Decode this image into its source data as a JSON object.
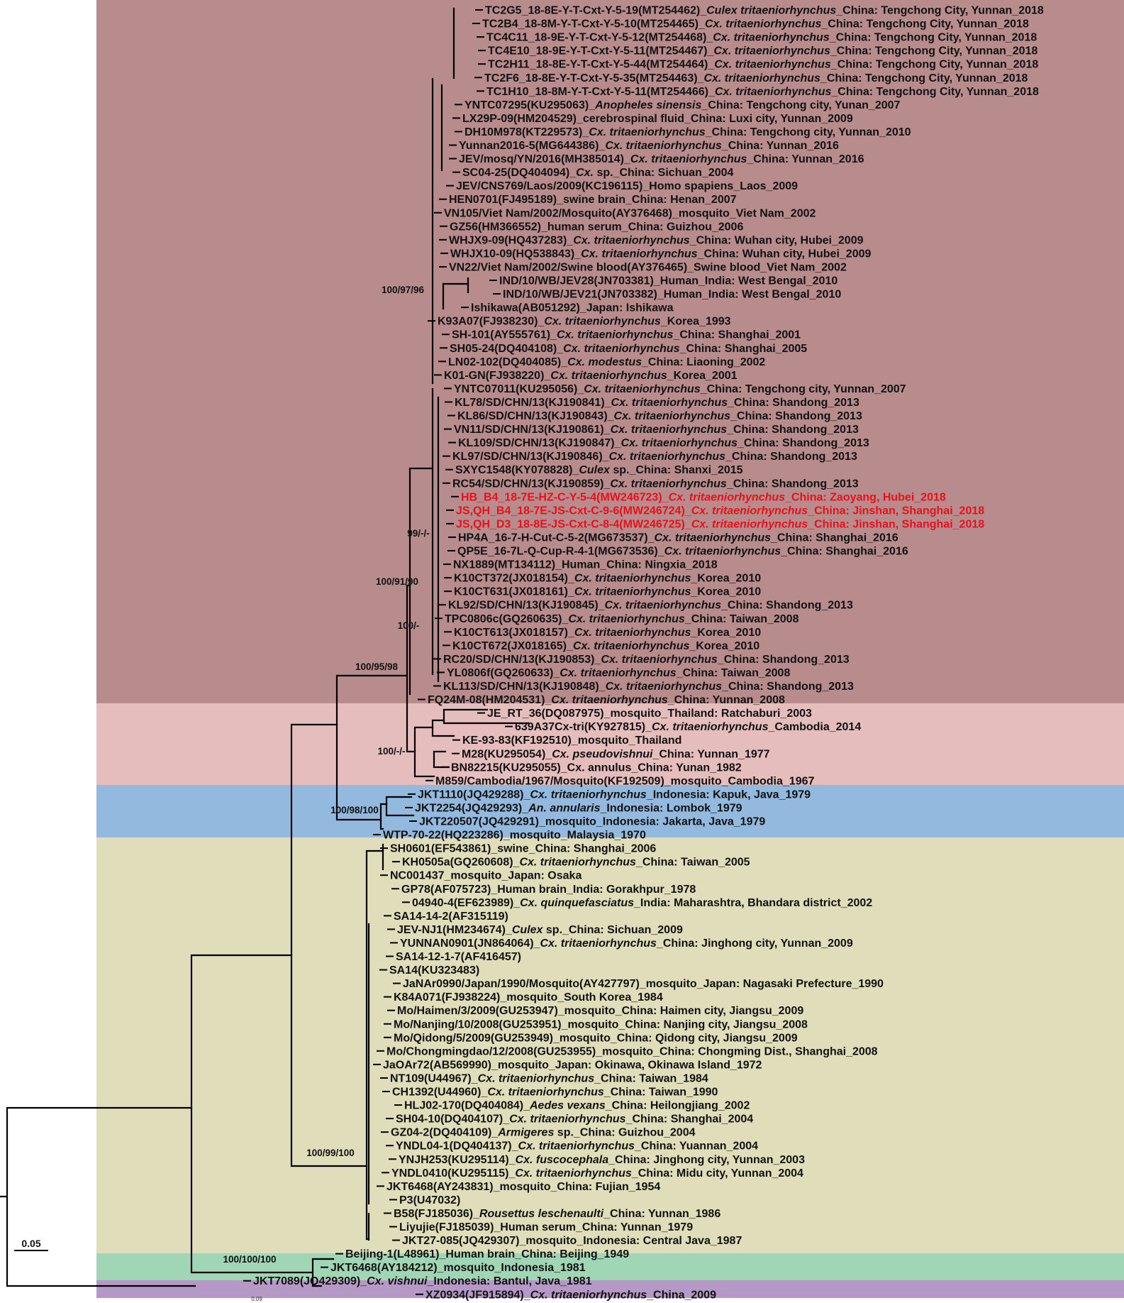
{
  "colors": {
    "band1": "#b88c8c",
    "band2": "#e6bdbd",
    "band3": "#93b9df",
    "band4": "#e0ddba",
    "band5": "#a0d5b6",
    "band6": "#b598c6",
    "branch": "#000000",
    "highlight": "#e8101a"
  },
  "scale_bar": {
    "label": "0.05"
  },
  "footnote": "0.09",
  "support_labels": [
    "100/97/96",
    "99/-/-",
    "100/91/90",
    "100/-",
    "100/95/98",
    "100/-/-",
    "100/98/100",
    "100/99/100",
    "100/100/100"
  ],
  "taxa": [
    {
      "pre": "TC2G5_18-8E-Y-T-Cxt-Y-5-19(MT254462)_",
      "sp": "Culex tritaeniorhynchus",
      "post": "_China: Tengchong City, Yunnan_2018",
      "hl": false
    },
    {
      "pre": "TC2B4_18-8M-Y-T-Cxt-Y-5-10(MT254465)_",
      "sp": "Cx. tritaeniorhynchus",
      "post": "_China: Tengchong City, Yunnan_2018",
      "hl": false
    },
    {
      "pre": "TC4C11_18-9E-Y-T-Cxt-Y-5-12(MT254468)_",
      "sp": "Cx. tritaeniorhynchus",
      "post": "_China: Tengchong City, Yunnan_2018",
      "hl": false
    },
    {
      "pre": "TC4E10_18-9E-Y-T-Cxt-Y-5-11(MT254467)_",
      "sp": "Cx. tritaeniorhynchus",
      "post": "_China: Tengchong City, Yunnan_2018",
      "hl": false
    },
    {
      "pre": "TC2H11_18-8E-Y-T-Cxt-Y-5-44(MT254464)_",
      "sp": "Cx. tritaeniorhynchus",
      "post": "_China: Tengchong City, Yunnan_2018",
      "hl": false
    },
    {
      "pre": "TC2F6_18-8E-Y-T-Cxt-Y-5-35(MT254463)_",
      "sp": "Cx. tritaeniorhynchus",
      "post": "_China: Tengchong City, Yunnan_2018",
      "hl": false
    },
    {
      "pre": "TC1H10_18-8M-Y-T-Cxt-Y-5-11(MT254466)_",
      "sp": "Cx. tritaeniorhynchus",
      "post": "_China: Tengchong City, Yunnan_2018",
      "hl": false
    },
    {
      "pre": "YNTC07295(KU295063)_",
      "sp": "Anopheles sinensis",
      "post": "_China: Tengchong city, Yunan_2007",
      "hl": false
    },
    {
      "pre": "LX29P-09(HM204529)_cerebrospinal fluid_China: Luxi city, Yunnan_2009",
      "sp": "",
      "post": "",
      "hl": false
    },
    {
      "pre": "DH10M978(KT229573)_",
      "sp": "Cx. tritaeniorhynchus",
      "post": "_China: Tengchong city, Yunnan_2010",
      "hl": false
    },
    {
      "pre": "Yunnan2016-5(MG644386)_",
      "sp": "Cx. tritaeniorhynchus",
      "post": "_China: Yunnan_2016",
      "hl": false
    },
    {
      "pre": "JEV/mosq/YN/2016(MH385014)_",
      "sp": "Cx. tritaeniorhynchus",
      "post": "_China: Yunnan_2016",
      "hl": false
    },
    {
      "pre": "SC04-25(DQ404094)_",
      "sp": "Cx.",
      "post": " sp._China: Sichuan_2004",
      "hl": false
    },
    {
      "pre": "JEV/CNS769/Laos/2009(KC196115)_Homo spapiens_Laos_2009",
      "sp": "",
      "post": "",
      "hl": false
    },
    {
      "pre": "HEN0701(FJ495189)_swine brain_China: Henan_2007",
      "sp": "",
      "post": "",
      "hl": false
    },
    {
      "pre": "VN105/Viet Nam/2002/Mosquito(AY376468)_mosquito_Viet Nam_2002",
      "sp": "",
      "post": "",
      "hl": false
    },
    {
      "pre": "GZ56(HM366552)_human serum_China: Guizhou_2006",
      "sp": "",
      "post": "",
      "hl": false
    },
    {
      "pre": "WHJX9-09(HQ437283)_",
      "sp": "Cx. tritaeniorhynchus",
      "post": "_China: Wuhan city, Hubei_2009",
      "hl": false
    },
    {
      "pre": "WHJX10-09(HQ538843)_",
      "sp": "Cx. tritaeniorhynchus",
      "post": "_China: Wuhan city, Hubei_2009",
      "hl": false
    },
    {
      "pre": "VN22/Viet Nam/2002/Swine blood(AY376465)_Swine blood_Viet Nam_2002",
      "sp": "",
      "post": "",
      "hl": false
    },
    {
      "pre": "IND/10/WB/JEV28(JN703381)_Human_India: West Bengal_2010",
      "sp": "",
      "post": "",
      "hl": false
    },
    {
      "pre": "IND/10/WB/JEV21(JN703382)_Human_India: West Bengal_2010",
      "sp": "",
      "post": "",
      "hl": false
    },
    {
      "pre": "Ishikawa(AB051292)_Japan: Ishikawa",
      "sp": "",
      "post": "",
      "hl": false
    },
    {
      "pre": "K93A07(FJ938230)_",
      "sp": "Cx. tritaeniorhynchus",
      "post": "_Korea_1993",
      "hl": false
    },
    {
      "pre": "SH-101(AY555761)_",
      "sp": "Cx. tritaeniorhynchus",
      "post": "_China: Shanghai_2001",
      "hl": false
    },
    {
      "pre": "SH05-24(DQ404108)_",
      "sp": "Cx. tritaeniorhynchus",
      "post": "_China: Shanghai_2005",
      "hl": false
    },
    {
      "pre": "LN02-102(DQ404085)_",
      "sp": "Cx. modestus",
      "post": "_China: Liaoning_2002",
      "hl": false
    },
    {
      "pre": "K01-GN(FJ938220)_",
      "sp": "Cx. tritaeniorhynchus",
      "post": "_Korea_2001",
      "hl": false
    },
    {
      "pre": "YNTC07011(KU295056)_",
      "sp": "Cx. tritaeniorhynchus",
      "post": "_China: Tengchong city, Yunnan_2007",
      "hl": false
    },
    {
      "pre": "KL78/SD/CHN/13(KJ190841)_",
      "sp": "Cx. tritaeniorhynchus",
      "post": "_China: Shandong_2013",
      "hl": false
    },
    {
      "pre": "KL86/SD/CHN/13(KJ190843)_",
      "sp": "Cx. tritaeniorhynchus",
      "post": "_China: Shandong_2013",
      "hl": false
    },
    {
      "pre": "VN11/SD/CHN/13(KJ190861)_",
      "sp": "Cx. tritaeniorhynchus",
      "post": "_China: Shandong_2013",
      "hl": false
    },
    {
      "pre": "KL109/SD/CHN/13(KJ190847)_",
      "sp": "Cx. tritaeniorhynchus",
      "post": "_China: Shandong_2013",
      "hl": false
    },
    {
      "pre": "KL97/SD/CHN/13(KJ190846)_",
      "sp": "Cx. tritaeniorhynchus",
      "post": "_China: Shandong_2013",
      "hl": false
    },
    {
      "pre": "SXYC1548(KY078828)_",
      "sp": "Culex",
      "post": " sp._China: Shanxi_2015",
      "hl": false
    },
    {
      "pre": "RC54/SD/CHN/13(KJ190859)_",
      "sp": "Cx. tritaeniorhynchus",
      "post": "_China: Shandong_2013",
      "hl": false
    },
    {
      "pre": "HB_B4_18-7E-HZ-C-Y-5-4(MW246723)_",
      "sp": "Cx. tritaeniorhynchus",
      "post": "_China: Zaoyang, Hubei_2018",
      "hl": true
    },
    {
      "pre": "JS,QH_B4_18-7E-JS-Cxt-C-9-6(MW246724)_",
      "sp": "Cx. tritaeniorhynchus",
      "post": "_China: Jinshan, Shanghai_2018",
      "hl": true
    },
    {
      "pre": "JS,QH_D3_18-8E-JS-Cxt-C-8-4(MW246725)_",
      "sp": "Cx. tritaeniorhynchus",
      "post": "_China: Jinshan, Shanghai_2018",
      "hl": true
    },
    {
      "pre": "HP4A_16-7-H-Cut-C-5-2(MG673537)_",
      "sp": "Cx. tritaeniorhynchus",
      "post": "_China: Shanghai_2016",
      "hl": false
    },
    {
      "pre": "QP5E_16-7L-Q-Cup-R-4-1(MG673536)_",
      "sp": "Cx. tritaeniorhynchus",
      "post": "_China: Shanghai_2016",
      "hl": false
    },
    {
      "pre": "NX1889(MT134112)_Human_China: Ningxia_2018",
      "sp": "",
      "post": "",
      "hl": false
    },
    {
      "pre": "K10CT372(JX018154)_",
      "sp": "Cx. tritaeniorhynchus",
      "post": "_Korea_2010",
      "hl": false
    },
    {
      "pre": "K10CT631(JX018161)_",
      "sp": "Cx. tritaeniorhynchus",
      "post": "_Korea_2010",
      "hl": false
    },
    {
      "pre": "KL92/SD/CHN/13(KJ190845)_",
      "sp": "Cx. tritaeniorhynchus",
      "post": "_China: Shandong_2013",
      "hl": false
    },
    {
      "pre": "TPC0806c(GQ260635)_",
      "sp": "Cx. tritaeniorhynchus",
      "post": "_China: Taiwan_2008",
      "hl": false
    },
    {
      "pre": "K10CT613(JX018157)_",
      "sp": "Cx. tritaeniorhynchus",
      "post": "_Korea_2010",
      "hl": false
    },
    {
      "pre": "K10CT672(JX018165)_",
      "sp": "Cx. tritaeniorhynchus",
      "post": "_Korea_2010",
      "hl": false
    },
    {
      "pre": "RC20/SD/CHN/13(KJ190853)_",
      "sp": "Cx. tritaeniorhynchus",
      "post": "_China: Shandong_2013",
      "hl": false
    },
    {
      "pre": "YL0806f(GQ260633)_",
      "sp": "Cx. tritaeniorhynchus",
      "post": "_China: Taiwan_2008",
      "hl": false
    },
    {
      "pre": "KL113/SD/CHN/13(KJ190848)_",
      "sp": "Cx. tritaeniorhynchus",
      "post": "_China: Shandong_2013",
      "hl": false
    },
    {
      "pre": "FQ24M-08(HM204531)_",
      "sp": "Cx. tritaeniorhynchus",
      "post": "_China: Yunnan_2008",
      "hl": false
    },
    {
      "pre": "JE_RT_36(DQ087975)_mosquito_Thailand: Ratchaburi_2003",
      "sp": "",
      "post": "",
      "hl": false
    },
    {
      "pre": "639A37Cx-tri(KY927815)_",
      "sp": "Cx. tritaeniorhynchus",
      "post": "_Cambodia_2014",
      "hl": false
    },
    {
      "pre": "KE-93-83(KF192510)_mosquito_Thailand",
      "sp": "",
      "post": "",
      "hl": false
    },
    {
      "pre": "M28(KU295054)_",
      "sp": "Cx. pseudovishnui",
      "post": "_China: Yunnan_1977",
      "hl": false
    },
    {
      "pre": "BN82215(KU295055)_Cx. annulus_China: Yunan_1982",
      "sp": "",
      "post": "",
      "hl": false
    },
    {
      "pre": "M859/Cambodia/1967/Mosquito(KF192509)_mosquito_Cambodia_1967",
      "sp": "",
      "post": "",
      "hl": false
    },
    {
      "pre": "JKT1110(JQ429288)_",
      "sp": "Cx. tritaeniorhynchus",
      "post": "_Indonesia: Kapuk, Java_1979",
      "hl": false
    },
    {
      "pre": "JKT2254(JQ429293)_",
      "sp": "An. annularis",
      "post": "_Indonesia: Lombok_1979",
      "hl": false
    },
    {
      "pre": "JKT220507(JQ429291)_mosquito_Indonesia: Jakarta, Java_1979",
      "sp": "",
      "post": "",
      "hl": false
    },
    {
      "pre": "WTP-70-22(HQ223286)_mosquito_Malaysia_1970",
      "sp": "",
      "post": "",
      "hl": false
    },
    {
      "pre": "SH0601(EF543861)_swine_China: Shanghai_2006",
      "sp": "",
      "post": "",
      "hl": false
    },
    {
      "pre": "KH0505a(GQ260608)_",
      "sp": "Cx. tritaeniorhynchus",
      "post": "_China: Taiwan_2005",
      "hl": false
    },
    {
      "pre": "NC001437_mosquito_Japan: Osaka",
      "sp": "",
      "post": "",
      "hl": false
    },
    {
      "pre": "GP78(AF075723)_Human brain_India: Gorakhpur_1978",
      "sp": "",
      "post": "",
      "hl": false
    },
    {
      "pre": "04940-4(EF623989)_",
      "sp": "Cx. quinquefasciatus",
      "post": "_India: Maharashtra, Bhandara district_2002",
      "hl": false
    },
    {
      "pre": "SA14-14-2(AF315119)",
      "sp": "",
      "post": "",
      "hl": false
    },
    {
      "pre": "JEV-NJ1(HM234674)_",
      "sp": "Culex",
      "post": " sp._China: Sichuan_2009",
      "hl": false
    },
    {
      "pre": "YUNNAN0901(JN864064)_",
      "sp": "Cx. tritaeniorhynchus",
      "post": "_China: Jinghong city, Yunnan_2009",
      "hl": false
    },
    {
      "pre": "SA14-12-1-7(AF416457)",
      "sp": "",
      "post": "",
      "hl": false
    },
    {
      "pre": "SA14(KU323483)",
      "sp": "",
      "post": "",
      "hl": false
    },
    {
      "pre": "JaNAr0990/Japan/1990/Mosquito(AY427797)_mosquito_Japan: Nagasaki Prefecture_1990",
      "sp": "",
      "post": "",
      "hl": false
    },
    {
      "pre": "K84A071(FJ938224)_mosquito_South Korea_1984",
      "sp": "",
      "post": "",
      "hl": false
    },
    {
      "pre": "Mo/Haimen/3/2009(GU253947)_mosquito_China: Haimen city, Jiangsu_2009",
      "sp": "",
      "post": "",
      "hl": false
    },
    {
      "pre": "Mo/Nanjing/10/2008(GU253951)_mosquito_China: Nanjing city, Jiangsu_2008",
      "sp": "",
      "post": "",
      "hl": false
    },
    {
      "pre": "Mo/Qidong/5/2009(GU253949)_mosquito_China: Qidong city, Jiangsu_2009",
      "sp": "",
      "post": "",
      "hl": false
    },
    {
      "pre": "Mo/Chongmingdao/12/2008(GU253955)_mosquito_China: Chongming Dist., Shanghai_2008",
      "sp": "",
      "post": "",
      "hl": false
    },
    {
      "pre": "JaOAr72(AB569990)_mosquito_Japan: Okinawa, Okinawa Island_1972",
      "sp": "",
      "post": "",
      "hl": false
    },
    {
      "pre": "NT109(U44967)_",
      "sp": "Cx. tritaeniorhynchus",
      "post": "_China: Taiwan_1984",
      "hl": false
    },
    {
      "pre": "CH1392(U44960)_",
      "sp": "Cx. tritaeniorhynchus",
      "post": "_China: Taiwan_1990",
      "hl": false
    },
    {
      "pre": "HLJ02-170(DQ404084)_",
      "sp": "Aedes vexans",
      "post": "_China: Heilongjiang_2002",
      "hl": false
    },
    {
      "pre": "SH04-10(DQ404107)_",
      "sp": "Cx. tritaeniorhynchus",
      "post": "_China: Shanghai_2004",
      "hl": false
    },
    {
      "pre": "GZ04-2(DQ404109)_",
      "sp": "Armigeres",
      "post": " sp._China: Guizhou_2004",
      "hl": false
    },
    {
      "pre": "YNDL04-1(DQ404137)_",
      "sp": "Cx. tritaeniorhynchus",
      "post": "_China: Yuannan_2004",
      "hl": false
    },
    {
      "pre": "YNJH253(KU295114)_",
      "sp": "Cx. fuscocephala",
      "post": "_China: Jinghong city, Yunnan_2003",
      "hl": false
    },
    {
      "pre": "YNDL0410(KU295115)_",
      "sp": "Cx. tritaeniorhynchus",
      "post": "_China: Midu city, Yunnan_2004",
      "hl": false
    },
    {
      "pre": "JKT6468(AY243831)_mosquito_China: Fujian_1954",
      "sp": "",
      "post": "",
      "hl": false
    },
    {
      "pre": "P3(U47032)",
      "sp": "",
      "post": "",
      "hl": false
    },
    {
      "pre": "B58(FJ185036)_",
      "sp": "Rousettus leschenaulti",
      "post": "_China: Yunnan_1986",
      "hl": false
    },
    {
      "pre": "Liyujie(FJ185039)_Human serum_China: Yunnan_1979",
      "sp": "",
      "post": "",
      "hl": false
    },
    {
      "pre": "JKT27-085(JQ429307)_mosquito_Indonesia: Central Java_1987",
      "sp": "",
      "post": "",
      "hl": false
    },
    {
      "pre": "Beijing-1(L48961)_Human brain_China: Beijing_1949",
      "sp": "",
      "post": "",
      "hl": false
    },
    {
      "pre": "JKT6468(AY184212)_mosquito_Indonesia_1981",
      "sp": "",
      "post": "",
      "hl": false
    },
    {
      "pre": "JKT7089(JQ429309)_",
      "sp": "Cx. vishnui",
      "post": "_Indonesia: Bantul, Java_1981",
      "hl": false
    },
    {
      "pre": "XZ0934(JF915894)_",
      "sp": "Cx. tritaeniorhynchus",
      "post": "_China_2009",
      "hl": false
    }
  ]
}
